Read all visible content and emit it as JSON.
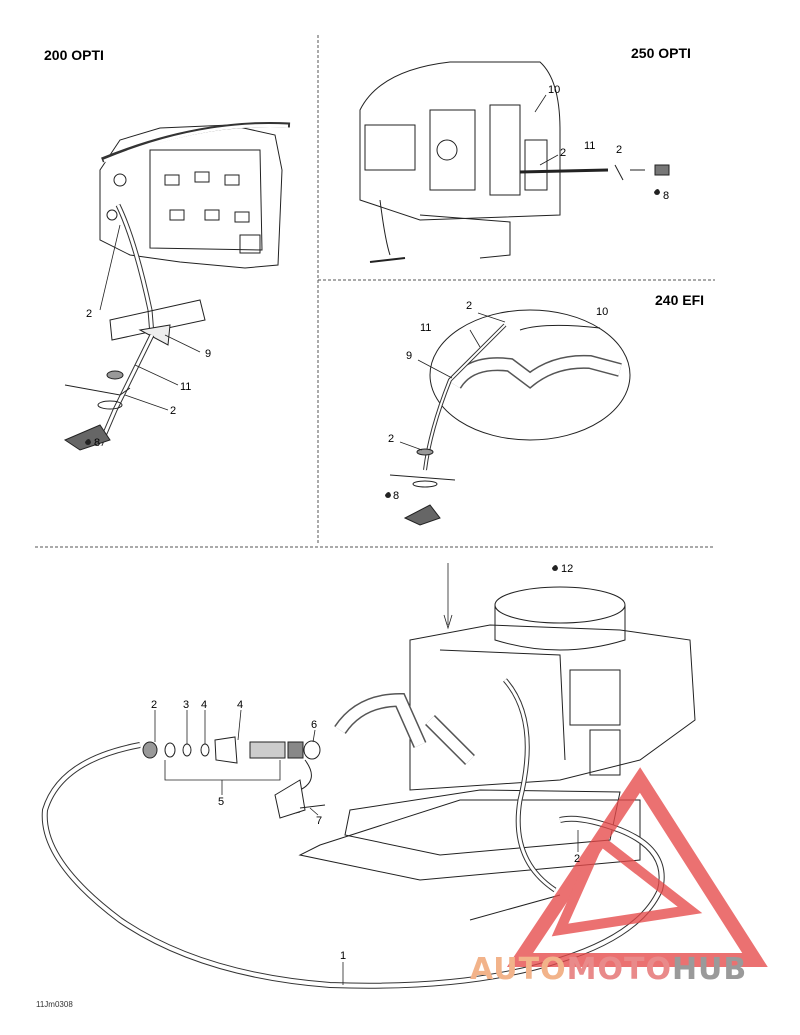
{
  "panels": {
    "opti200": {
      "title": "200 OPTI"
    },
    "opti250": {
      "title": "250 OPTI"
    },
    "efi240": {
      "title": "240 EFI"
    }
  },
  "callouts": {
    "p200": [
      "2",
      "9",
      "11",
      "2",
      "8"
    ],
    "p250": [
      "10",
      "2",
      "11",
      "2",
      "8"
    ],
    "p240": [
      "2",
      "10",
      "11",
      "9",
      "2",
      "8"
    ],
    "main": [
      "12",
      "2",
      "3",
      "4",
      "4",
      "6",
      "5",
      "7",
      "2",
      "1"
    ]
  },
  "reference_code": "11Jm0308",
  "watermark": {
    "part1": "AUTO",
    "part2": "MOTO",
    "part3": "HUB",
    "colors": {
      "auto": "#f2b38a",
      "moto": "#e98a8a",
      "hub": "#9a9a9a",
      "logo": "#e64a4a"
    }
  }
}
